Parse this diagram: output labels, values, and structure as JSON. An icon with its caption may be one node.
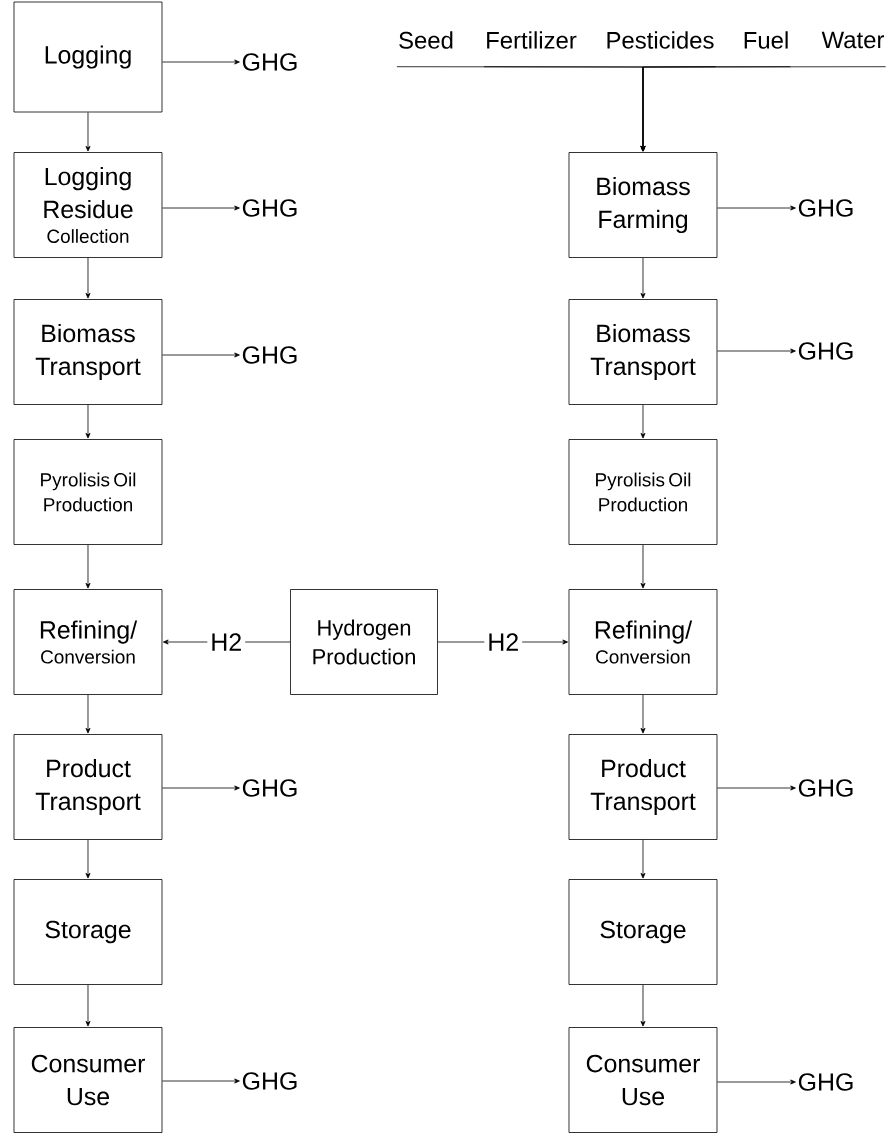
{
  "diagram": {
    "nodes": [
      {
        "text": [
          "Logging"
        ]
      },
      {
        "text": [
          "GHG"
        ]
      },
      {
        "text": [
          "Logging Residue",
          "Collection"
        ]
      },
      {
        "text": [
          "GHG"
        ]
      },
      {
        "text": [
          "Biomass Transport"
        ]
      },
      {
        "text": [
          "GHG"
        ]
      },
      {
        "text": [
          "Pyrolisis Oil Production"
        ]
      },
      {
        "text": [
          "Refining/",
          "Conversion"
        ]
      },
      {
        "text": [
          "Product Transport"
        ]
      },
      {
        "text": [
          "GHG"
        ]
      },
      {
        "text": [
          "Storage"
        ]
      },
      {
        "text": [
          "Consumer Use"
        ]
      },
      {
        "text": [
          "GHG"
        ]
      },
      {
        "text": [
          "Seed"
        ]
      },
      {
        "text": [
          "Fertilizer"
        ]
      },
      {
        "text": [
          "Pesticides"
        ]
      },
      {
        "text": [
          "Fuel"
        ]
      },
      {
        "text": [
          "Water"
        ]
      },
      {
        "text": [
          "Biomass Farming"
        ]
      },
      {
        "text": [
          "GHG"
        ]
      },
      {
        "text": [
          "Biomass Transport"
        ]
      },
      {
        "text": [
          "GHG"
        ]
      },
      {
        "text": [
          "Pyrolisis Oil Production"
        ]
      },
      {
        "text": [
          "Hydrogen Production"
        ]
      },
      {
        "text": [
          "Refining/",
          "Conversion"
        ]
      },
      {
        "text": [
          "Product Transport"
        ]
      },
      {
        "text": [
          "GHG"
        ]
      },
      {
        "text": [
          "Storage"
        ]
      },
      {
        "text": [
          "Consumer Use"
        ]
      },
      {
        "text": [
          "GHG"
        ]
      }
    ],
    "edges": [
      {
        "from": 0,
        "to": 1,
        "arrow": "to"
      },
      {
        "from": 0,
        "to": 2,
        "arrow": "to"
      },
      {
        "from": 2,
        "to": 3,
        "arrow": "to"
      },
      {
        "from": 2,
        "to": 4,
        "arrow": "to"
      },
      {
        "from": 4,
        "to": 5,
        "arrow": "to"
      },
      {
        "from": 4,
        "to": 6,
        "arrow": "to"
      },
      {
        "from": 6,
        "to": 7,
        "arrow": "to"
      },
      {
        "from": 7,
        "to": 8,
        "arrow": "to"
      },
      {
        "from": 8,
        "to": 9,
        "arrow": "to"
      },
      {
        "from": 8,
        "to": 10,
        "arrow": "to"
      },
      {
        "from": 10,
        "to": 11,
        "arrow": "to"
      },
      {
        "from": 11,
        "to": 12,
        "arrow": "to"
      },
      {
        "from": 13,
        "to": 18,
        "arrow": "to"
      },
      {
        "from": 14,
        "to": 18,
        "arrow": "to"
      },
      {
        "from": 15,
        "to": 18,
        "arrow": "to"
      },
      {
        "from": 16,
        "to": 18,
        "arrow": "to"
      },
      {
        "from": 17,
        "to": 18,
        "arrow": "to"
      },
      {
        "from": 18,
        "to": 19,
        "arrow": "to"
      },
      {
        "from": 18,
        "to": 20,
        "arrow": "to"
      },
      {
        "from": 20,
        "to": 21,
        "arrow": "to"
      },
      {
        "from": 20,
        "to": 22,
        "arrow": "to"
      },
      {
        "from": 22,
        "to": 24,
        "arrow": "to"
      },
      {
        "from": 23,
        "to": 7,
        "label": "H2",
        "arrow": "to"
      },
      {
        "from": 23,
        "to": 24,
        "label": "H2",
        "arrow": "to"
      },
      {
        "from": 24,
        "to": 25,
        "arrow": "to"
      },
      {
        "from": 25,
        "to": 26,
        "arrow": "to"
      },
      {
        "from": 25,
        "to": 27,
        "arrow": "to"
      },
      {
        "from": 27,
        "to": 28,
        "arrow": "to"
      },
      {
        "from": 28,
        "to": 29,
        "arrow": "to"
      }
    ]
  }
}
